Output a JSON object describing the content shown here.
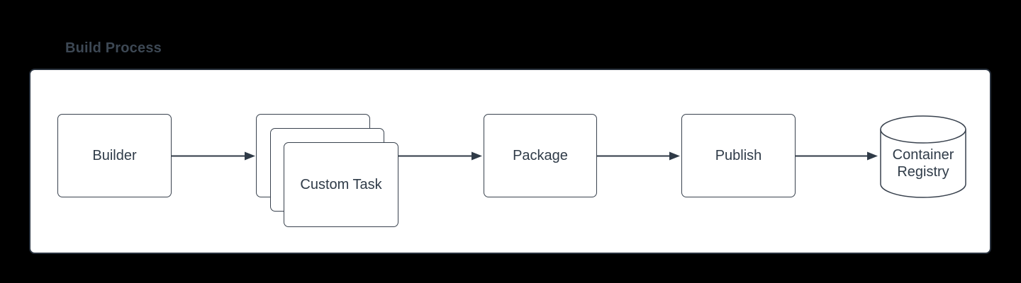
{
  "diagram": {
    "title": "Build Process",
    "type": "flowchart",
    "nodes": {
      "builder": {
        "label": "Builder",
        "shape": "rounded-rectangle"
      },
      "custom_task": {
        "label": "Custom Task",
        "shape": "stacked-rounded-rectangles",
        "stack_count": 3
      },
      "package": {
        "label": "Package",
        "shape": "rounded-rectangle"
      },
      "publish": {
        "label": "Publish",
        "shape": "rounded-rectangle"
      },
      "container_registry": {
        "label": "Container Registry",
        "line1": "Container",
        "line2": "Registry",
        "shape": "cylinder"
      }
    },
    "edges": [
      {
        "from": "Builder",
        "to": "Custom Task"
      },
      {
        "from": "Custom Task",
        "to": "Package"
      },
      {
        "from": "Package",
        "to": "Publish"
      },
      {
        "from": "Publish",
        "to": "Container Registry"
      }
    ],
    "colors": {
      "page_background": "#000000",
      "canvas_background": "#ffffff",
      "connector": "#2f3a47",
      "shape_border": "#39424e",
      "label_text": "#2f3b48",
      "title_text": "#3d4854"
    }
  }
}
